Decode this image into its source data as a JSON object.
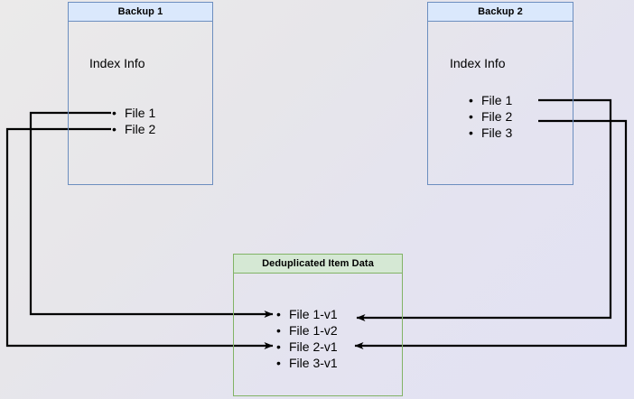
{
  "diagram": {
    "title_hidden": "",
    "background": {
      "from_color": "#ebeaea",
      "to_color": "#e2e2f4"
    },
    "nodes": [
      {
        "id": "backup-1",
        "title": "Backup 1",
        "heading": "Index Info",
        "accent_border": "#6c8ebf",
        "accent_fill": "#dae8fc",
        "items": [
          "File 1",
          "File 2"
        ]
      },
      {
        "id": "backup-2",
        "title": "Backup 2",
        "heading": "Index Info",
        "accent_border": "#6c8ebf",
        "accent_fill": "#dae8fc",
        "items": [
          "File 1",
          "File 2",
          "File 3"
        ]
      },
      {
        "id": "deduplicated-item-data",
        "title": "Deduplicated Item Data",
        "heading": "",
        "accent_border": "#82b366",
        "accent_fill": "#d5e8d4",
        "items": [
          "File 1-v1",
          "File 1-v2",
          "File 2-v1",
          "File 3-v1"
        ]
      }
    ],
    "connectors": [
      {
        "id": "b1-file1-to-file1v1",
        "from": "backup-1.File 1",
        "to": "deduplicated-item-data.File 1-v1",
        "color": "#000000"
      },
      {
        "id": "b1-file2-to-file2v1",
        "from": "backup-1.File 2",
        "to": "deduplicated-item-data.File 2-v1",
        "color": "#000000"
      },
      {
        "id": "b2-file1-to-file1v2",
        "from": "backup-2.File 1",
        "to": "deduplicated-item-data.File 1-v2",
        "color": "#000000"
      },
      {
        "id": "b2-file2-to-file2v1",
        "from": "backup-2.File 2",
        "to": "deduplicated-item-data.File 2-v1",
        "color": "#000000"
      }
    ]
  }
}
